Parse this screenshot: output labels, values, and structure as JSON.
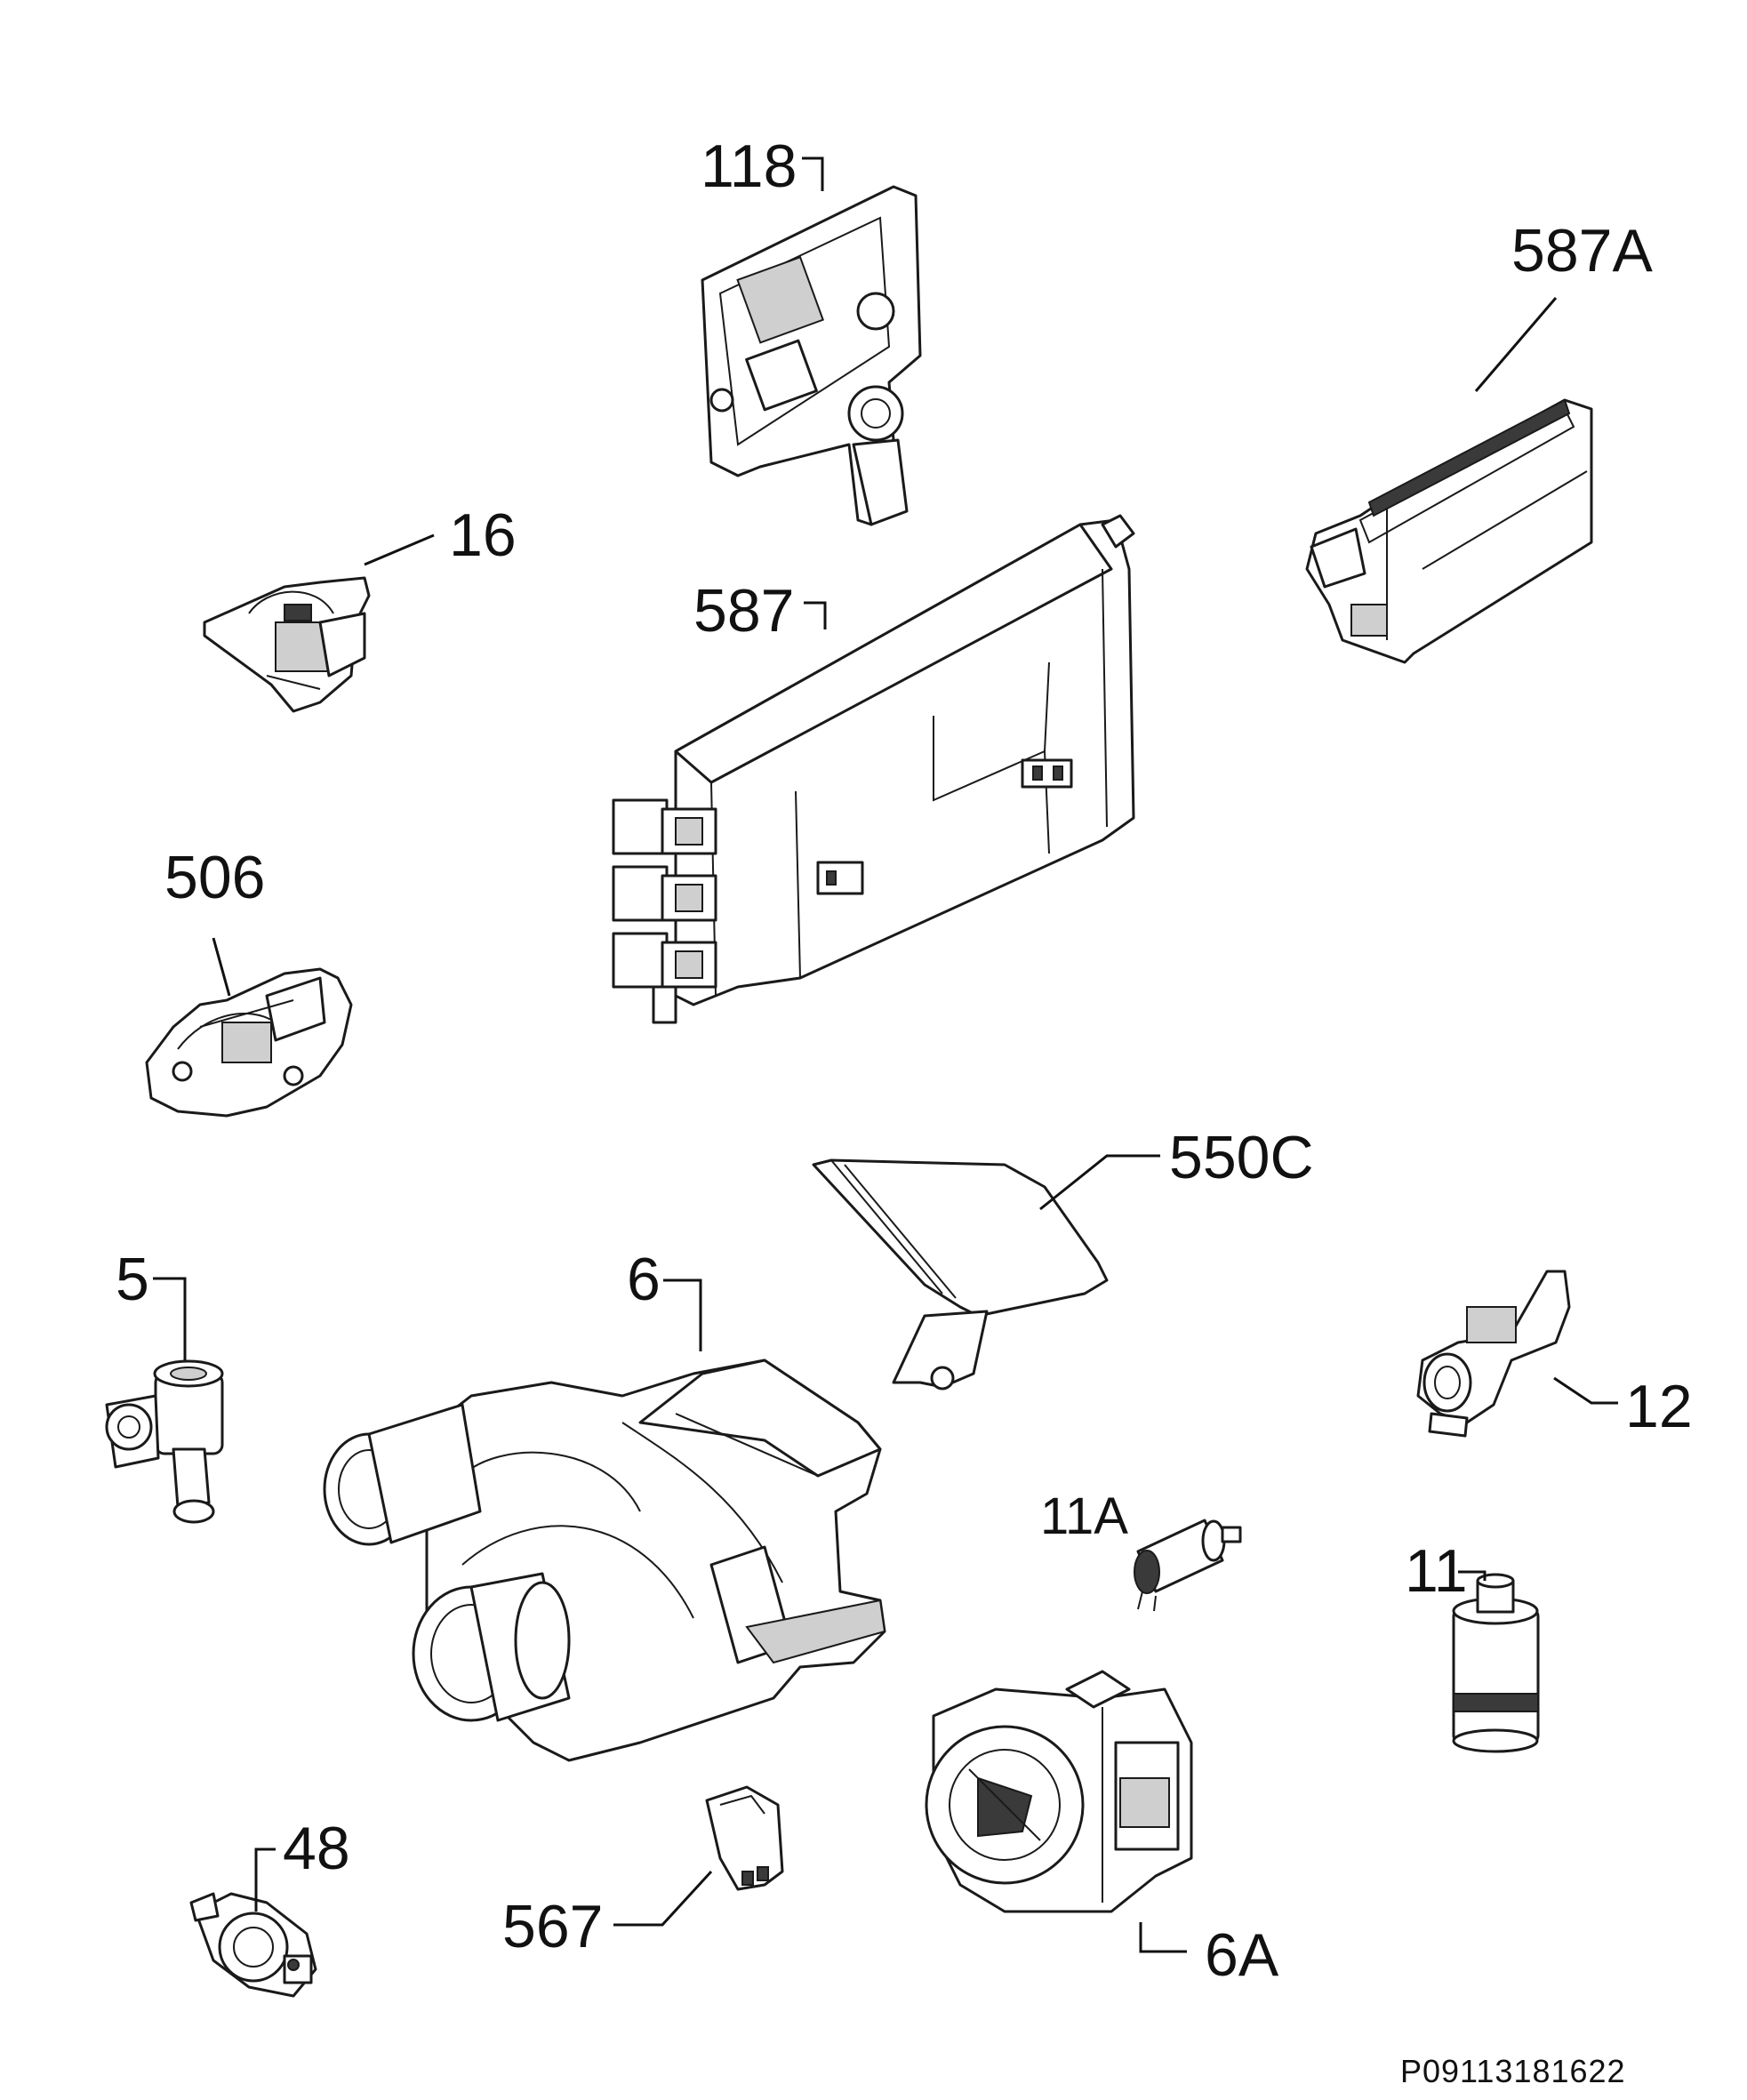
{
  "diagram": {
    "reference_code": "P09113181622",
    "labels": {
      "p118": "118",
      "p587a": "587A",
      "p16": "16",
      "p587": "587",
      "p506": "506",
      "p550c": "550C",
      "p5": "5",
      "p6": "6",
      "p12": "12",
      "p11a": "11A",
      "p11": "11",
      "p48": "48",
      "p567": "567",
      "p6a": "6A"
    }
  }
}
